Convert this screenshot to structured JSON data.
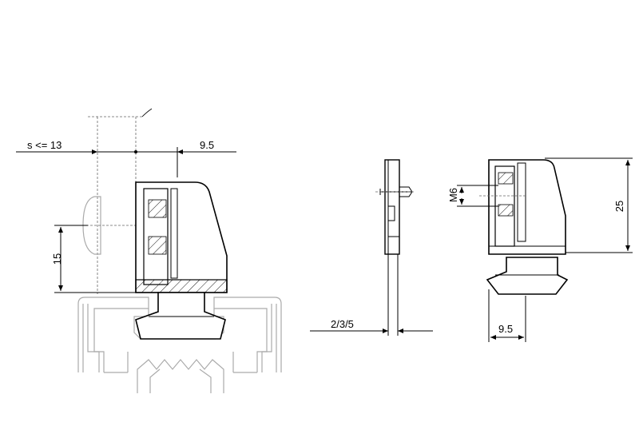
{
  "views": {
    "assembly": {
      "dim_gap": "s <= 13",
      "dim_offset": "9.5",
      "dim_height": "15"
    },
    "side": {
      "dim_thickness": "2/3/5"
    },
    "front": {
      "dim_thread": "M6",
      "dim_height": "25",
      "dim_width": "9.5"
    }
  }
}
